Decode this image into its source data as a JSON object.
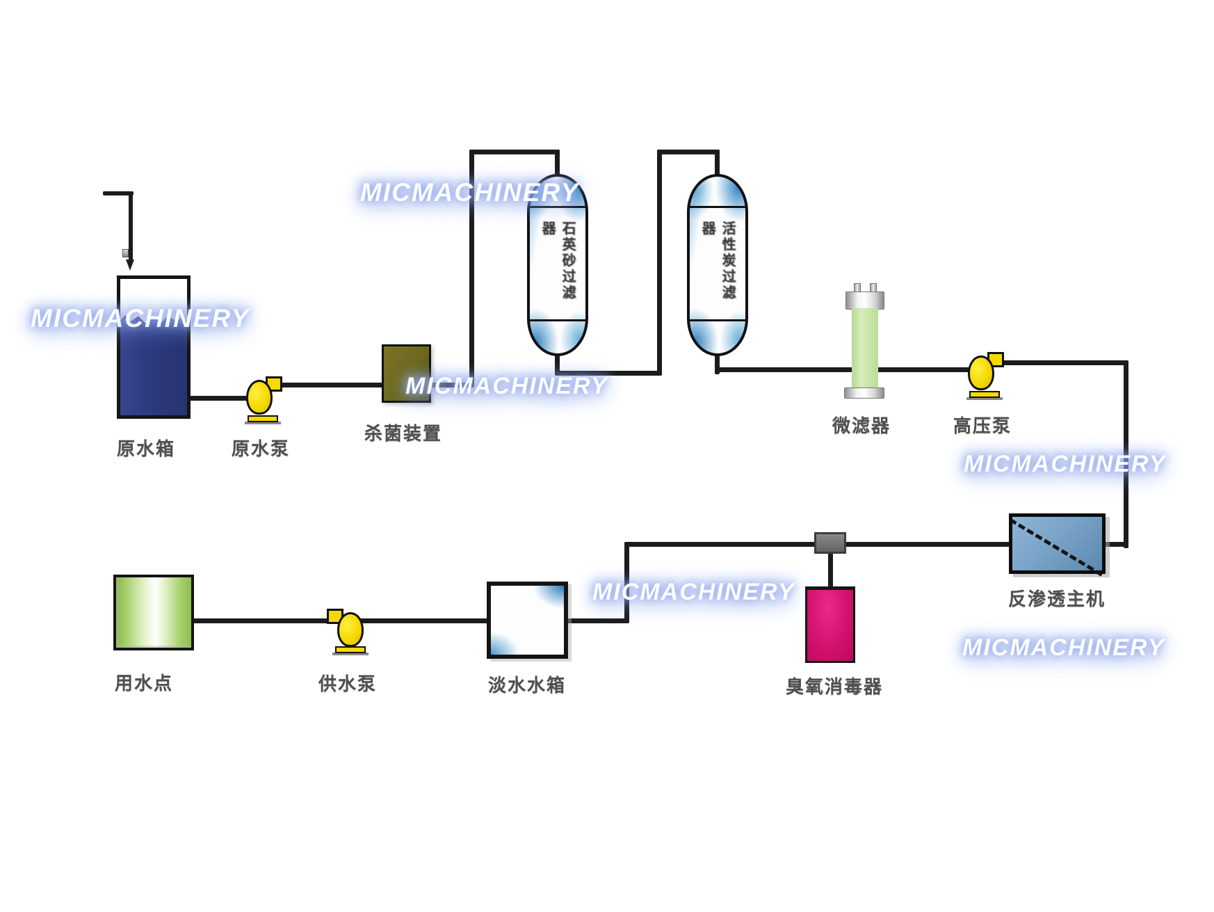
{
  "watermark": {
    "text": "MICMACHINERY"
  },
  "equipment": {
    "raw_water_tank": {
      "label": "原水箱"
    },
    "raw_water_pump": {
      "label": "原水泵"
    },
    "sterilizer": {
      "label": "杀菌装置"
    },
    "sand_filter": {
      "vessel_text": "石英砂过滤器"
    },
    "carbon_filter": {
      "vessel_text": "活性炭过滤器"
    },
    "micro_filter": {
      "label": "微滤器"
    },
    "high_pressure_pump": {
      "label": "高压泵"
    },
    "ro_unit": {
      "label": "反渗透主机"
    },
    "ozone_sterilizer": {
      "label": "臭氧消毒器"
    },
    "fresh_water_tank": {
      "label": "淡水水箱"
    },
    "supply_pump": {
      "label": "供水泵"
    },
    "water_use_point": {
      "label": "用水点"
    }
  },
  "colors": {
    "pipe": "#1c1c1c",
    "raw_water_blue": "#2e3a80",
    "pump_yellow": "#f6d900",
    "sterilizer_olive": "#6e681f",
    "vessel_blue": "#2e7dbe",
    "micro_filter_green": "#cde6a8",
    "ro_blue": "#6d98bf",
    "ozone_magenta": "#d3126e",
    "use_point_green": "#a2cf63",
    "fresh_tank_blue": "#1d74b8",
    "connector_grey": "#6f6f6f",
    "label_grey": "#4f4f4f",
    "watermark_glow": "#8ca5eb"
  }
}
